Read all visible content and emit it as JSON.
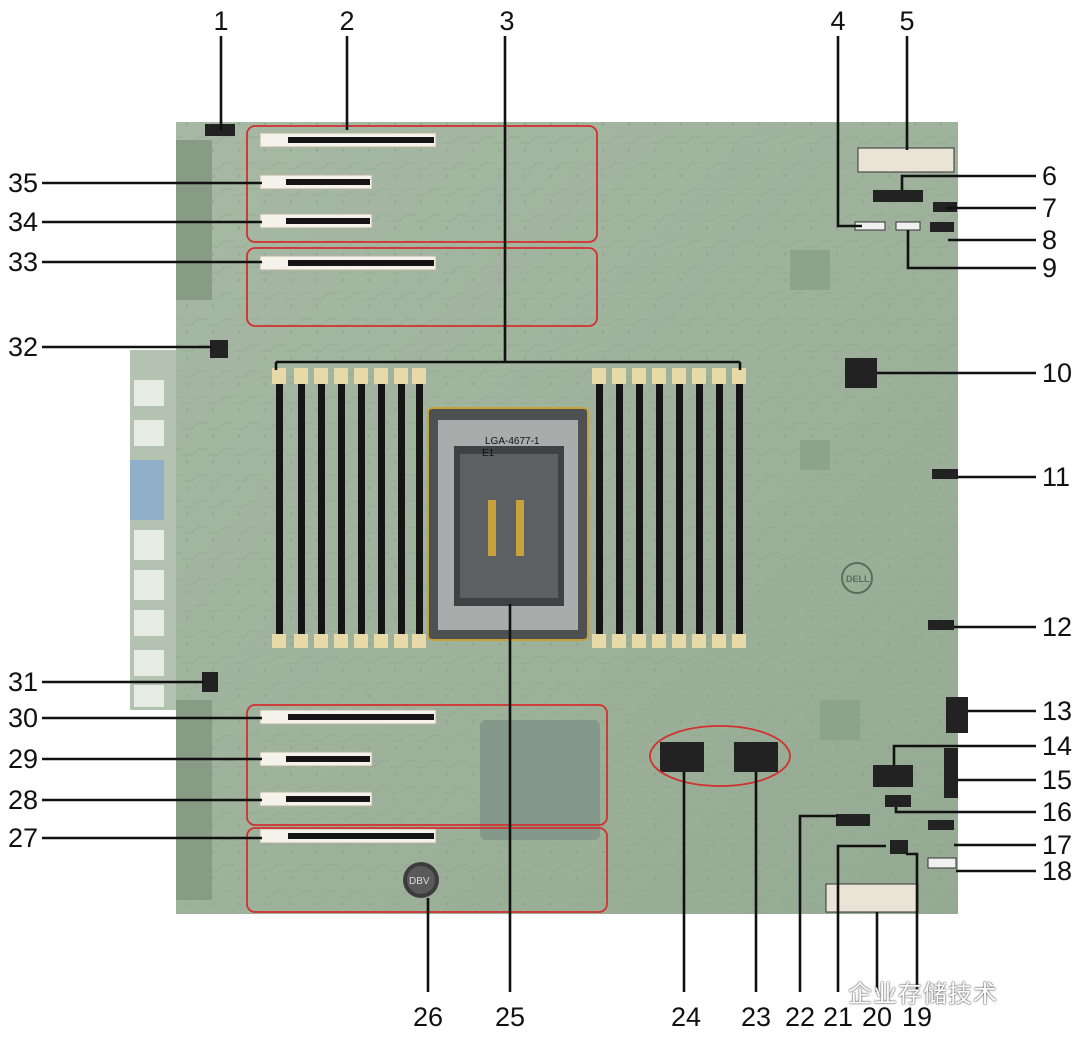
{
  "diagram": {
    "callouts": [
      "1",
      "2",
      "3",
      "4",
      "5",
      "6",
      "7",
      "8",
      "9",
      "10",
      "11",
      "12",
      "13",
      "14",
      "15",
      "16",
      "17",
      "18",
      "19",
      "20",
      "21",
      "22",
      "23",
      "24",
      "25",
      "26",
      "27",
      "28",
      "29",
      "30",
      "31",
      "32",
      "33",
      "34",
      "35"
    ]
  },
  "chip": {
    "socket_label": "LGA-4677-1",
    "socket_sub": "E1",
    "brand": "DELL"
  },
  "battery_text": "DBV",
  "watermark": "企业存储技术",
  "colors": {
    "board": "#9fb39d",
    "board_dark": "#7f967f",
    "highlight": "#d32f2f",
    "slot": "#141414",
    "text": "#111111"
  }
}
